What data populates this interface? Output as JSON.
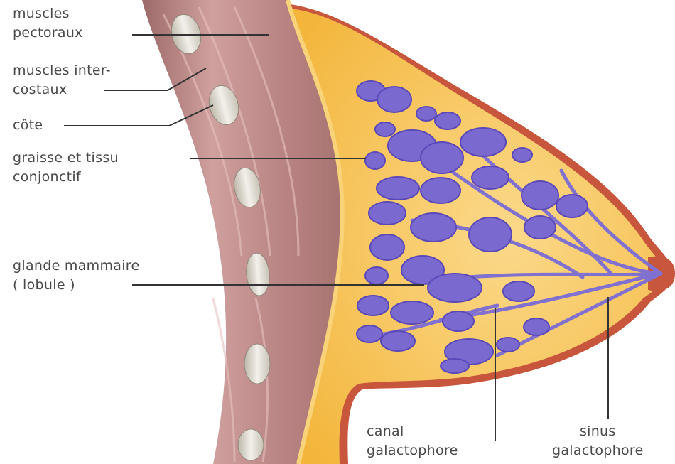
{
  "colors": {
    "muscle": "#b98483",
    "muscle_light": "#cfa09e",
    "muscle_edge": "#8a5a58",
    "fat": "#f6c04a",
    "fat_light": "#fbd98a",
    "skin_edge": "#c8563c",
    "gland": "#7a6ad0",
    "gland_light": "#a898e8",
    "rib": "#e8e4dc",
    "leader": "#333333",
    "text": "#4a4a4a"
  },
  "labels": {
    "pectoral_muscles": {
      "line1": "muscles",
      "line2": "pectoraux"
    },
    "intercostal_muscles": {
      "line1": "muscles inter-",
      "line2": "costaux"
    },
    "rib": {
      "line1": "côte"
    },
    "fat_tissue": {
      "line1": "graisse et tissu",
      "line2": "conjonctif"
    },
    "mammary_gland": {
      "line1": "glande mammaire",
      "line2": "( lobule )"
    },
    "milk_duct": {
      "line1": "canal",
      "line2": "galactophore"
    },
    "milk_sinus": {
      "line1": "sinus",
      "line2": "galactophore"
    }
  }
}
